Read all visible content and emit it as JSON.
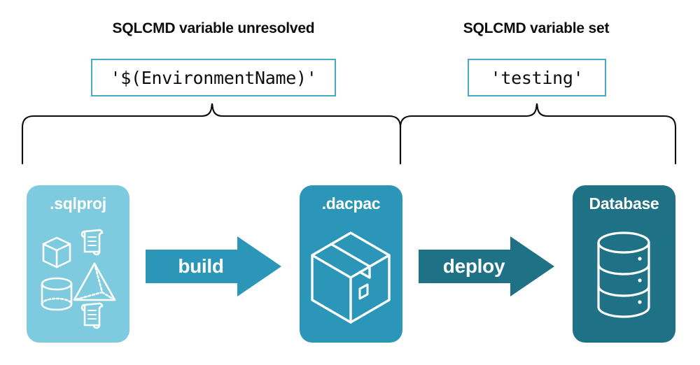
{
  "diagram": {
    "title_unresolved": "SQLCMD variable unresolved",
    "title_set": "SQLCMD variable set",
    "code_unresolved": "'$(EnvironmentName)'",
    "code_set": "'testing'",
    "stages": [
      {
        "label": ".sqlproj",
        "fill": "#7ecbdf"
      },
      {
        "label": ".dacpac",
        "fill": "#2b96b8"
      },
      {
        "label": "Database",
        "fill": "#1f7186"
      }
    ],
    "arrows": [
      {
        "label": "build",
        "fill": "#2b96b8"
      },
      {
        "label": "deploy",
        "fill": "#1f7186"
      }
    ],
    "icons": {
      "sqlproj": [
        "cube-icon",
        "script-scroll-icon",
        "pyramid-icon",
        "cylinder-icon",
        "script-scroll-icon"
      ],
      "dacpac": "package-box-icon",
      "database": "database-cylinder-icon"
    },
    "colors": {
      "code_border": "#4aa9c4",
      "brace_stroke": "#0d0d0d",
      "text_dark": "#0d0d0d",
      "text_light": "#ffffff",
      "background": "#ffffff"
    }
  }
}
